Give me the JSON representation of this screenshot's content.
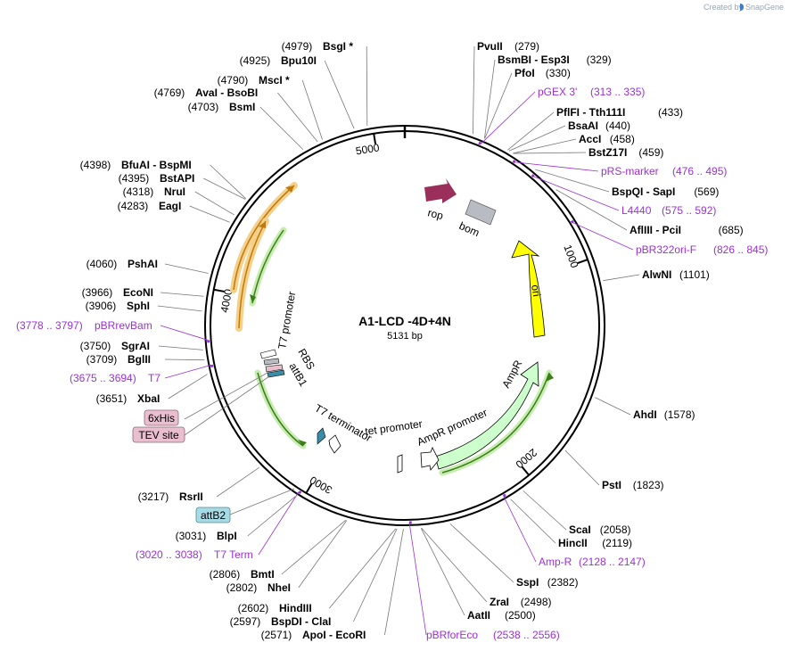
{
  "credit": {
    "prefix": "Created by",
    "brand": "SnapGene"
  },
  "plasmid": {
    "name": "A1-LCD -4D+4N",
    "size_label": "5131 bp",
    "length": 5131
  },
  "ticks": [
    {
      "bp": 1000,
      "label": "1000"
    },
    {
      "bp": 2000,
      "label": "2000"
    },
    {
      "bp": 3000,
      "label": "3000"
    },
    {
      "bp": 4000,
      "label": "4000"
    },
    {
      "bp": 5000,
      "label": "5000"
    }
  ],
  "enzymes": [
    {
      "name": "PvuII",
      "pos": "(279)"
    },
    {
      "name": "BsmBI - Esp3I",
      "pos": "(329)"
    },
    {
      "name": "PfoI",
      "pos": "(330)"
    },
    {
      "name": "PflFI - Tth111I",
      "pos": "(433)"
    },
    {
      "name": "BsaAI",
      "pos": "(440)"
    },
    {
      "name": "AccI",
      "pos": "(458)"
    },
    {
      "name": "BstZ17I",
      "pos": "(459)"
    },
    {
      "name": "BspQI - SapI",
      "pos": "(569)"
    },
    {
      "name": "AflIII - PciI",
      "pos": "(685)"
    },
    {
      "name": "AlwNI",
      "pos": "(1101)"
    },
    {
      "name": "AhdI",
      "pos": "(1578)"
    },
    {
      "name": "PstI",
      "pos": "(1823)"
    },
    {
      "name": "ScaI",
      "pos": "(2058)"
    },
    {
      "name": "HincII",
      "pos": "(2119)"
    },
    {
      "name": "SspI",
      "pos": "(2382)"
    },
    {
      "name": "ZraI",
      "pos": "(2498)"
    },
    {
      "name": "AatII",
      "pos": "(2500)"
    },
    {
      "name": "ApoI - EcoRI",
      "pos": "(2571)"
    },
    {
      "name": "BspDI - ClaI",
      "pos": "(2597)"
    },
    {
      "name": "HindIII",
      "pos": "(2602)"
    },
    {
      "name": "NheI",
      "pos": "(2802)"
    },
    {
      "name": "BmtI",
      "pos": "(2806)"
    },
    {
      "name": "BlpI",
      "pos": "(3031)"
    },
    {
      "name": "RsrII",
      "pos": "(3217)"
    },
    {
      "name": "XbaI",
      "pos": "(3651)"
    },
    {
      "name": "BglII",
      "pos": "(3709)"
    },
    {
      "name": "SgrAI",
      "pos": "(3750)"
    },
    {
      "name": "SphI",
      "pos": "(3906)"
    },
    {
      "name": "EcoNI",
      "pos": "(3966)"
    },
    {
      "name": "PshAI",
      "pos": "(4060)"
    },
    {
      "name": "EagI",
      "pos": "(4283)"
    },
    {
      "name": "NruI",
      "pos": "(4318)"
    },
    {
      "name": "BstAPI",
      "pos": "(4395)"
    },
    {
      "name": "BfuAI - BspMI",
      "pos": "(4398)"
    },
    {
      "name": "BsmI",
      "pos": "(4703)"
    },
    {
      "name": "AvaI - BsoBI",
      "pos": "(4769)"
    },
    {
      "name": "MscI *",
      "pos": "(4790)"
    },
    {
      "name": "Bpu10I",
      "pos": "(4925)"
    },
    {
      "name": "BsgI *",
      "pos": "(4979)"
    }
  ],
  "primers": [
    {
      "name": "pGEX 3'",
      "range": "(313 .. 335)"
    },
    {
      "name": "pRS-marker",
      "range": "(476 .. 495)"
    },
    {
      "name": "L4440",
      "range": "(575 .. 592)"
    },
    {
      "name": "pBR322ori-F",
      "range": "(826 .. 845)"
    },
    {
      "name": "Amp-R",
      "range": "(2128 .. 2147)"
    },
    {
      "name": "pBRforEco",
      "range": "(2538 .. 2556)"
    },
    {
      "name": "T7 Term",
      "range": "(3020 .. 3038)"
    },
    {
      "name": "T7",
      "range": "(3675 .. 3694)"
    },
    {
      "name": "pBRrevBam",
      "range": "(3778 .. 3797)"
    }
  ],
  "features": {
    "rop": "rop",
    "bom": "bom",
    "ori": "ori",
    "ampr": "AmpR",
    "ampr_promoter": "AmpR promoter",
    "tet_promoter": "tet promoter",
    "t7_terminator": "T7 terminator",
    "attb1": "attB1",
    "rbs": "RBS",
    "t7_promoter": "T7 promoter"
  },
  "badges": {
    "his": "6xHis",
    "tev": "TEV site",
    "attb2": "attB2"
  },
  "colors": {
    "rop": "#9a2f5c",
    "bom": "#b8bcc2",
    "ori": "#ffff00",
    "ampr": "#ccffcc",
    "primer": "#9b30d9",
    "att": "#a6dbe6",
    "tag": "#e9bfd0",
    "orange_glow": "#f5d08a",
    "green_glow": "#c6ecb0"
  }
}
